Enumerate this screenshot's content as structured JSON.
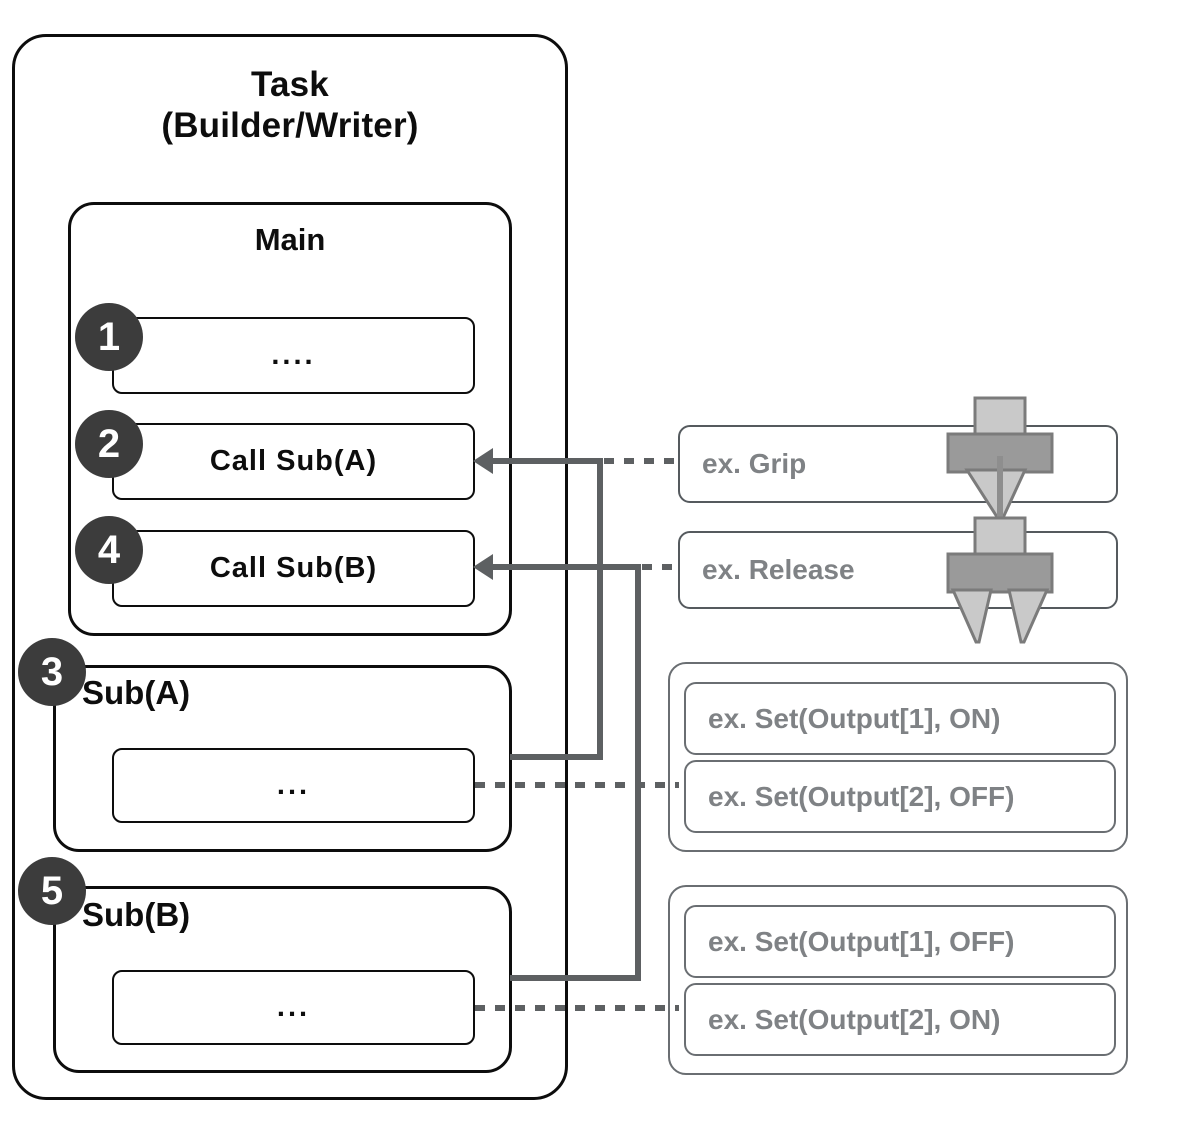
{
  "task": {
    "title_line1": "Task",
    "title_line2": "(Builder/Writer)"
  },
  "main": {
    "title": "Main",
    "statements": [
      {
        "badge": "1",
        "text": "...."
      },
      {
        "badge": "2",
        "text": "Call  Sub(A)"
      },
      {
        "badge": "4",
        "text": "Call  Sub(B)"
      }
    ]
  },
  "subs": [
    {
      "badge": "3",
      "title": "Sub(A)",
      "body": "..."
    },
    {
      "badge": "5",
      "title": "Sub(B)",
      "body": "..."
    }
  ],
  "examples": {
    "grip": {
      "label": "ex. Grip",
      "icon": "gripper-closed-icon"
    },
    "release": {
      "label": "ex. Release",
      "icon": "gripper-open-icon"
    },
    "group_a": [
      "ex. Set(Output[1], ON)",
      "ex. Set(Output[2], OFF)"
    ],
    "group_b": [
      "ex. Set(Output[1], OFF)",
      "ex. Set(Output[2], ON)"
    ]
  },
  "colors": {
    "outline": "#0d0d0d",
    "badge_fill": "#3c3c3c",
    "badge_text": "#ffffff",
    "example_text": "#7f8285",
    "example_outline": "#6a6e72",
    "connector": "#5d6062",
    "gripper_light": "#c9c9c9",
    "gripper_dark": "#9a9a9a",
    "gripper_stroke": "#7b7b7b"
  }
}
